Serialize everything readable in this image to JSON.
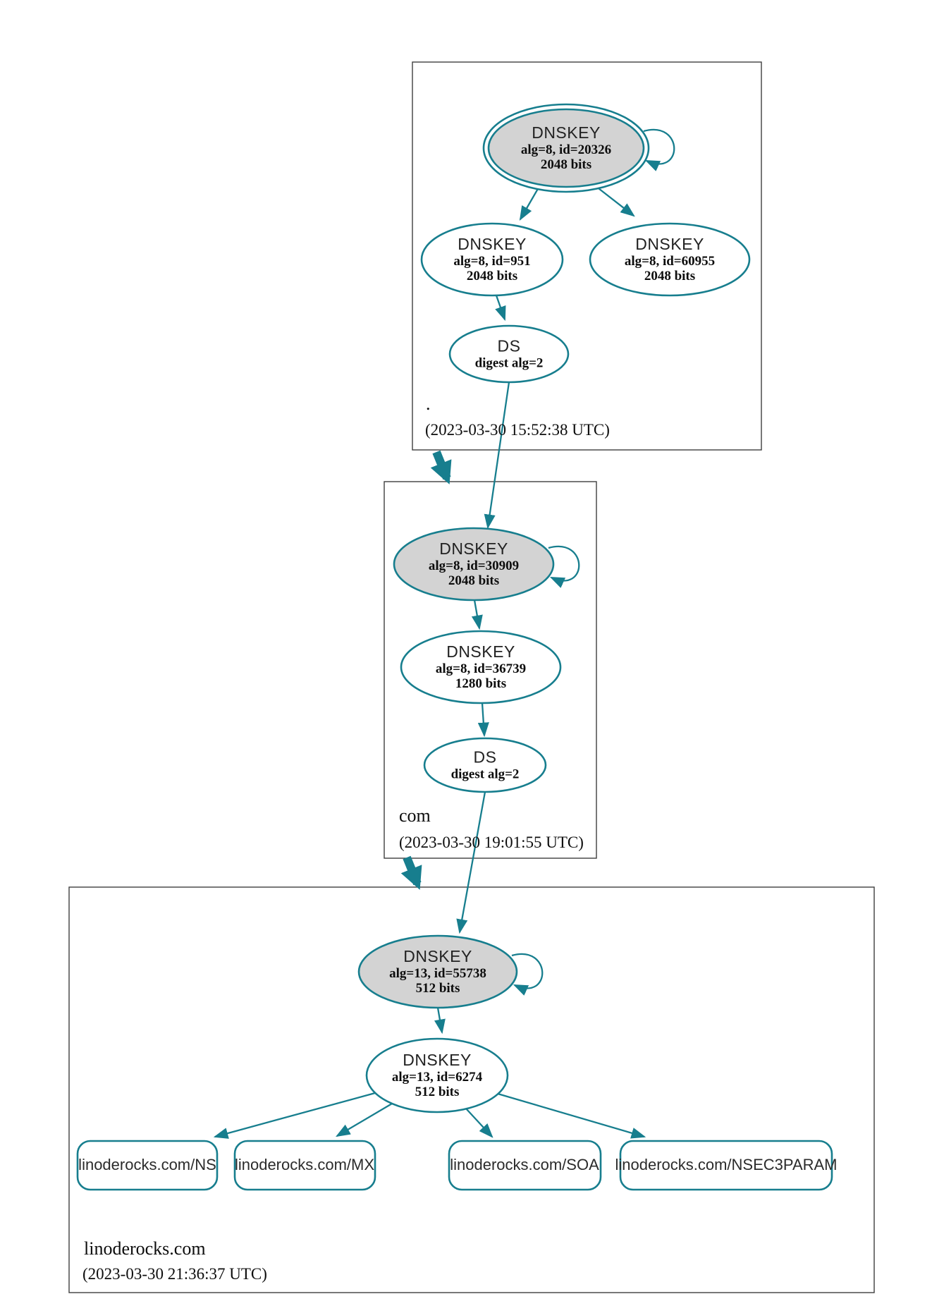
{
  "colors": {
    "edge_teal": "#177e8e",
    "ksk_fill": "#d3d3d3",
    "box_border": "#3e3e3e"
  },
  "zones": {
    "root": {
      "label": ".",
      "timestamp": "(2023-03-30 15:52:38 UTC)",
      "ksk": {
        "title": "DNSKEY",
        "line2": "alg=8, id=20326",
        "line3": "2048 bits"
      },
      "zsk1": {
        "title": "DNSKEY",
        "line2": "alg=8, id=951",
        "line3": "2048 bits"
      },
      "zsk2": {
        "title": "DNSKEY",
        "line2": "alg=8, id=60955",
        "line3": "2048 bits"
      },
      "ds": {
        "title": "DS",
        "line2": "digest alg=2"
      }
    },
    "com": {
      "label": "com",
      "timestamp": "(2023-03-30 19:01:55 UTC)",
      "ksk": {
        "title": "DNSKEY",
        "line2": "alg=8, id=30909",
        "line3": "2048 bits"
      },
      "zsk": {
        "title": "DNSKEY",
        "line2": "alg=8, id=36739",
        "line3": "1280 bits"
      },
      "ds": {
        "title": "DS",
        "line2": "digest alg=2"
      }
    },
    "linoderocks": {
      "label": "linoderocks.com",
      "timestamp": "(2023-03-30 21:36:37 UTC)",
      "ksk": {
        "title": "DNSKEY",
        "line2": "alg=13, id=55738",
        "line3": "512 bits"
      },
      "zsk": {
        "title": "DNSKEY",
        "line2": "alg=13, id=6274",
        "line3": "512 bits"
      },
      "rrsets": [
        {
          "label": "linoderocks.com/NS"
        },
        {
          "label": "linoderocks.com/MX"
        },
        {
          "label": "linoderocks.com/SOA"
        },
        {
          "label": "linoderocks.com/NSEC3PARAM"
        }
      ]
    }
  }
}
